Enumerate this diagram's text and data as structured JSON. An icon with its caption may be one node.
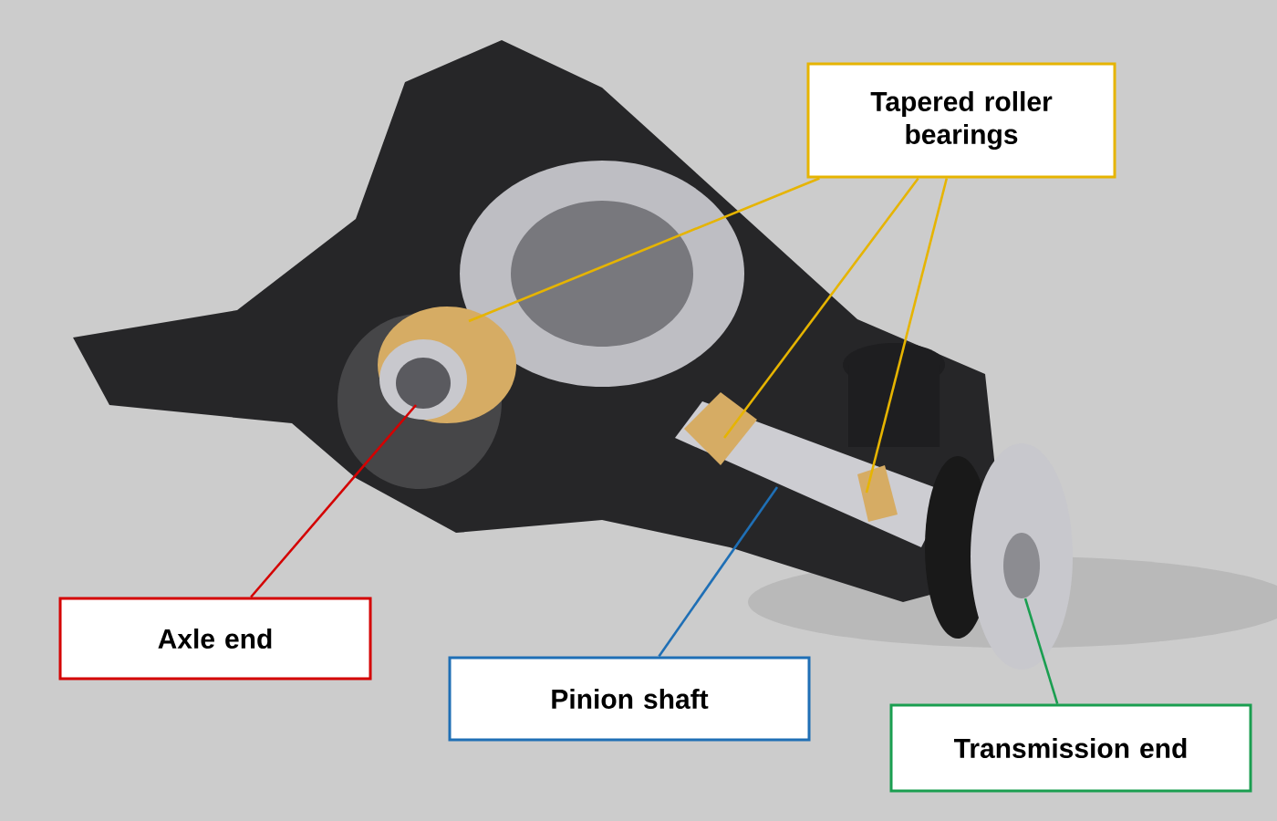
{
  "diagram": {
    "nodes": [
      {
        "text": [
          "Tapered roller bearings"
        ]
      },
      {
        "text": [
          "Axle end"
        ]
      },
      {
        "text": [
          "Pinion shaft"
        ]
      },
      {
        "text": [
          "Transmission end"
        ]
      }
    ],
    "edges": [
      {
        "from": 0,
        "to": null,
        "arrow": "none",
        "color": "#e6b400"
      },
      {
        "from": 0,
        "to": null,
        "arrow": "none",
        "color": "#e6b400"
      },
      {
        "from": 0,
        "to": null,
        "arrow": "none",
        "color": "#e6b400"
      },
      {
        "from": 1,
        "to": null,
        "arrow": "none",
        "color": "#d40000"
      },
      {
        "from": 2,
        "to": null,
        "arrow": "none",
        "color": "#1f6fb5"
      },
      {
        "from": 3,
        "to": null,
        "arrow": "none",
        "color": "#1a9e50"
      }
    ]
  }
}
